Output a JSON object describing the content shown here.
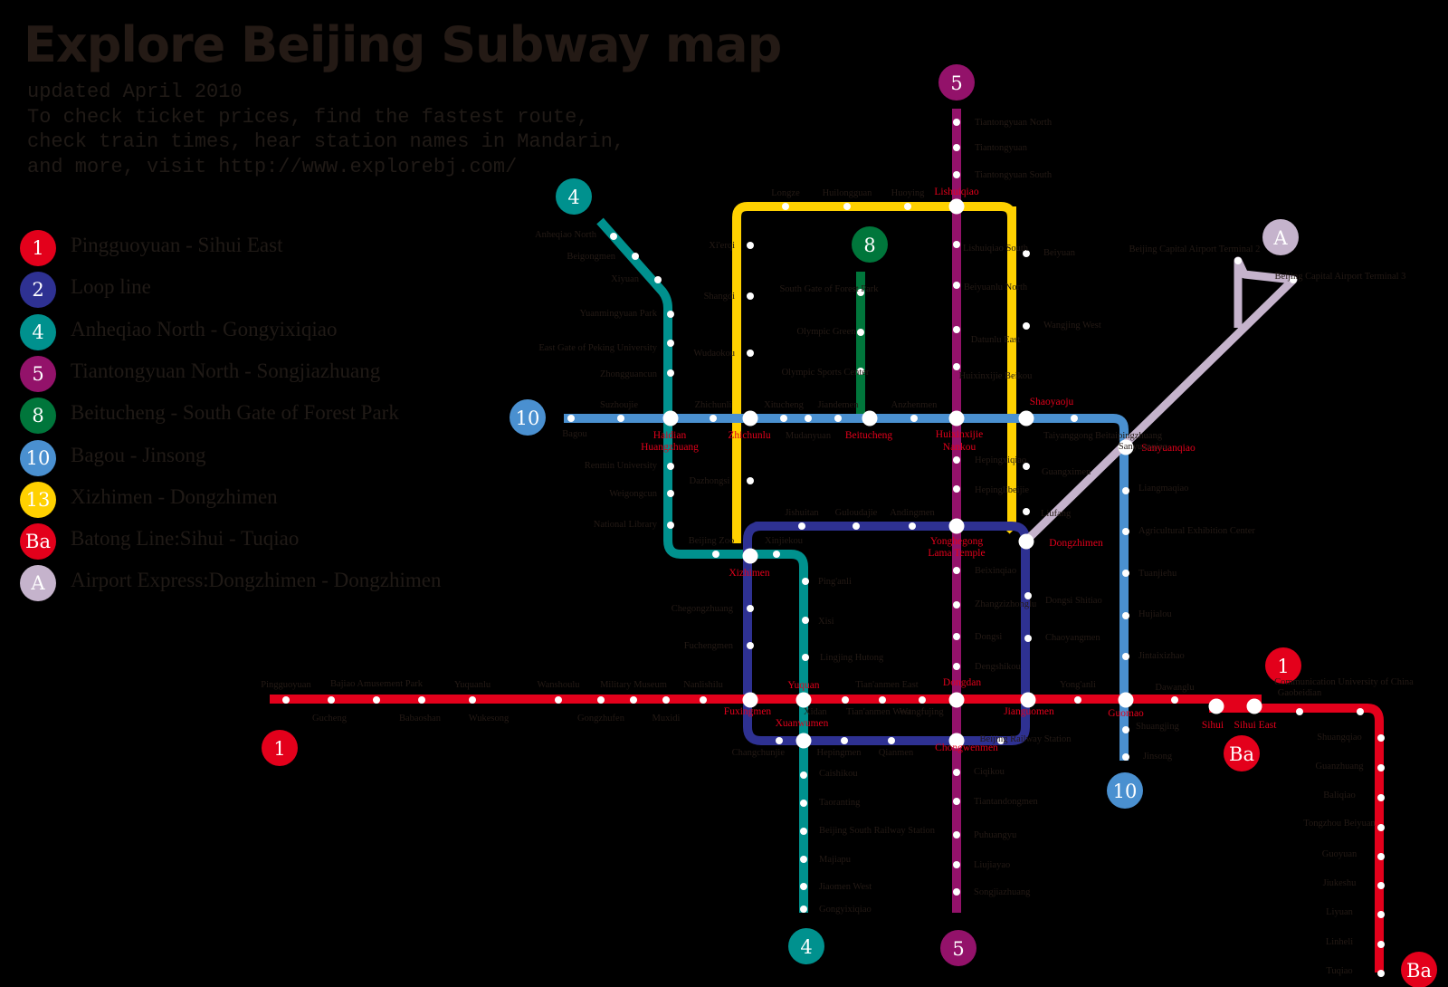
{
  "title": "Explore Beijing Subway map",
  "subtitle_lines": [
    "updated April 2010",
    "To check ticket prices, find the fastest route,",
    "check train times, hear station names in Mandarin,",
    "and more, visit http://www.explorebj.com/"
  ],
  "colors": {
    "line1": "#e3001b",
    "line2": "#2e3192",
    "line4": "#00918e",
    "line5": "#93126a",
    "line8": "#00763b",
    "line10": "#4a90d0",
    "line13": "#ffd100",
    "batong": "#e3001b",
    "airport": "#c5b3cc",
    "transfer_label": "#e3001b",
    "station_label": "#241a15"
  },
  "legend": [
    {
      "badge": "1",
      "color": "#e3001b",
      "label": "Pingguoyuan - Sihui East"
    },
    {
      "badge": "2",
      "color": "#2e3192",
      "label": "Loop line"
    },
    {
      "badge": "4",
      "color": "#00918e",
      "label": "Anheqiao North - Gongyixiqiao"
    },
    {
      "badge": "5",
      "color": "#93126a",
      "label": "Tiantongyuan North - Songjiazhuang"
    },
    {
      "badge": "8",
      "color": "#00763b",
      "label": "Beitucheng - South Gate of Forest Park"
    },
    {
      "badge": "10",
      "color": "#4a90d0",
      "label": "Bagou - Jinsong"
    },
    {
      "badge": "13",
      "color": "#ffd100",
      "label": "Xizhimen - Dongzhimen"
    },
    {
      "badge": "Ba",
      "color": "#e3001b",
      "label": "Batong Line:Sihui - Tuqiao"
    },
    {
      "badge": "A",
      "color": "#c5b3cc",
      "label": "Airport Express:Dongzhimen - Dongzhimen"
    }
  ],
  "line_badges": [
    "5",
    "4",
    "8",
    "A",
    "10",
    "1",
    "1",
    "Ba",
    "10",
    "4",
    "5",
    "Ba"
  ],
  "transfer_labels": [
    "Lishuiqiao",
    "Shaoyaoju",
    "Haidian",
    "Huangzhuang",
    "Zhichunlu",
    "Beitucheng",
    "Huixinxijie",
    "Nankou",
    "Sanyuanqiao",
    "Yonghegong",
    "Lama Temple",
    "Dongzhimen",
    "Xizhimen",
    "Yuquan",
    "Dongdan",
    "Fuxingmen",
    "Xuanwumen",
    "Jianguomen",
    "Guomao",
    "Sihui",
    "Sihui East",
    "Chongwenmen"
  ],
  "station_labels": [
    "Tiantongyuan North",
    "Tiantongyuan",
    "Tiantongyuan South",
    "Longze",
    "Huilongguan",
    "Huoying",
    "Lishuiqiao South",
    "Beiyuan",
    "Beiyuanlu North",
    "Wangjing West",
    "Datunlu East",
    "Huixinxijie Beikou",
    "Liufang",
    "Guangximen",
    "Hepingxiqiao",
    "Hepinglibeijie",
    "Taiyanggong",
    "Xi'erqi",
    "Shangdi",
    "Wudaokou",
    "South Gate of Forest Park",
    "Olympic Green",
    "Olympic Sports Center",
    "Anheqiao North",
    "Beigongmen",
    "Xiyuan",
    "Yuanmingyuan Park",
    "East Gate of Peking University",
    "Zhongguancun",
    "Suzhoujie",
    "Bagou",
    "Zhichunli",
    "Xitucheng",
    "Jiandemen",
    "Mudanyuan",
    "Anzhenmen",
    "Beitaipingzhuang",
    "Renmin University",
    "Weigongcun",
    "National Library",
    "Dazhongsi",
    "Jishuitan",
    "Guloudajie",
    "Andingmen",
    "Beijing Zoo",
    "Xinjiekou",
    "Ping'anli",
    "Xisi",
    "Lingjing Hutong",
    "Chegongzhuang",
    "Fuchengmen",
    "Beixinqiao",
    "Zhangzizhonglu",
    "Dongsi",
    "Dengshikou",
    "Dongsi Shitiao",
    "Chaoyangmen",
    "Liangmaqiao",
    "Agricultural Exhibition Center",
    "Tuanjiehu",
    "Hujialou",
    "Jintaixizhao",
    "Pingguoyuan",
    "Gucheng",
    "Bajiao Amusement Park",
    "Babaoshan",
    "Yuquanlu",
    "Wukesong",
    "Wanshoulu",
    "Gongzhufen",
    "Military Museum",
    "Muxidi",
    "Nanlishilu",
    "Xidan",
    "Tian'anmen West",
    "Tian'anmen East",
    "Wangfujing",
    "Yong'anli",
    "Dawanglu",
    "Shuangjing",
    "Jinsong",
    "Changchunjie",
    "Hepingmen",
    "Qianmen",
    "Beijing Railway Station",
    "Caishikou",
    "Taoranting",
    "Beijing South Railway Station",
    "Majiapu",
    "Jiaomen West",
    "Gongyixiqiao",
    "Ciqikou",
    "Tiantandongmen",
    "Puhuangyu",
    "Liujiayao",
    "Songjiazhuang",
    "Gaobeidian",
    "Communication University of China",
    "Shuangqiao",
    "Guanzhuang",
    "Baliqiao",
    "Tongzhou Beiyuan",
    "Guoyuan",
    "Jiukeshu",
    "Liyuan",
    "Linheli",
    "Tuqiao",
    "Beijing Capital Airport Terminal 2",
    "Beijing Capital Airport Terminal 3",
    "Sanyuanqiao"
  ]
}
